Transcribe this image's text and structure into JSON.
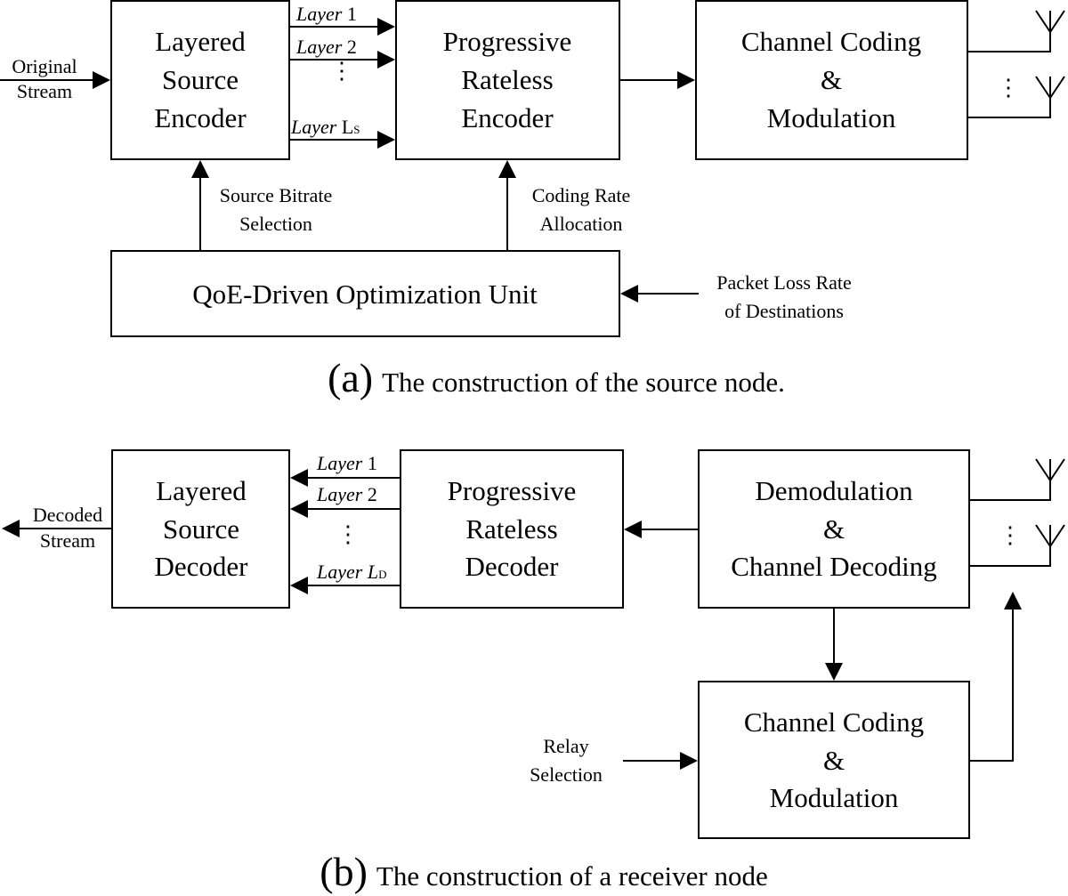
{
  "source": {
    "input": [
      "Original",
      "Stream"
    ],
    "encoder": [
      "Layered",
      "Source",
      "Encoder"
    ],
    "layers": [
      {
        "name": "Layer",
        "num": "1",
        "sub": ""
      },
      {
        "name": "Layer",
        "num": "2",
        "sub": ""
      },
      {
        "name": "Layer",
        "num": "L",
        "sub": "S"
      }
    ],
    "rateless": [
      "Progressive",
      "Rateless",
      "Encoder"
    ],
    "channel": [
      "Channel Coding",
      "&",
      "Modulation"
    ],
    "bitrate": [
      "Source Bitrate",
      "Selection"
    ],
    "coding_rate": [
      "Coding Rate",
      "Allocation"
    ],
    "qoe": "QoE-Driven Optimization Unit",
    "feedback": [
      "Packet Loss Rate",
      "of Destinations"
    ],
    "caption_mark": "(a)",
    "caption": "The construction of the source node."
  },
  "receiver": {
    "output": [
      "Decoded",
      "Stream"
    ],
    "decoder": [
      "Layered",
      "Source",
      "Decoder"
    ],
    "layers": [
      {
        "name": "Layer",
        "num": "1",
        "sub": ""
      },
      {
        "name": "Layer",
        "num": "2",
        "sub": ""
      },
      {
        "name": "Layer",
        "num": "L",
        "sub": "D"
      }
    ],
    "rateless": [
      "Progressive",
      "Rateless",
      "Decoder"
    ],
    "demod": [
      "Demodulation",
      "&",
      "Channel Decoding"
    ],
    "channel": [
      "Channel Coding",
      "&",
      "Modulation"
    ],
    "relay": [
      "Relay",
      "Selection"
    ],
    "caption_mark": "(b)",
    "caption": "The construction of a receiver node"
  }
}
